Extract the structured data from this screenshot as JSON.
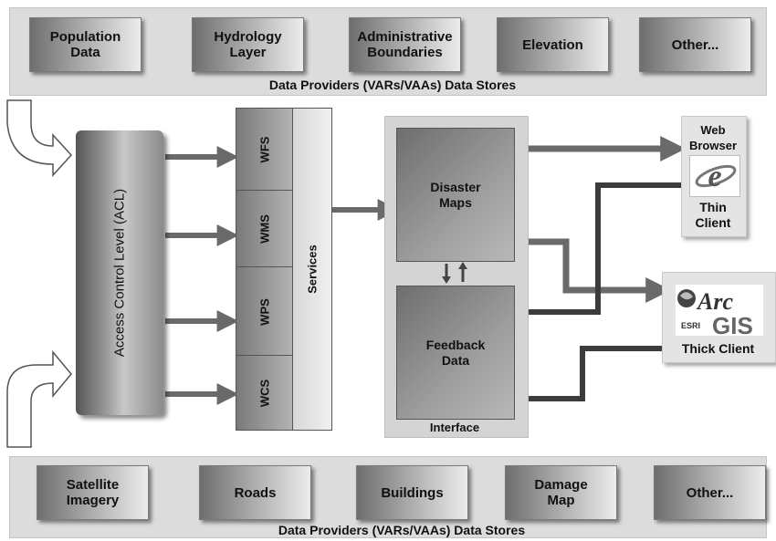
{
  "top_band": {
    "stores": [
      {
        "label": "Population\nData"
      },
      {
        "label": "Hydrology\nLayer"
      },
      {
        "label": "Administrative\nBoundaries"
      },
      {
        "label": "Elevation"
      },
      {
        "label": "Other..."
      }
    ],
    "title": "Data Providers (VARs/VAAs) Data Stores"
  },
  "bottom_band": {
    "stores": [
      {
        "label": "Satellite\nImagery"
      },
      {
        "label": "Roads"
      },
      {
        "label": "Buildings"
      },
      {
        "label": "Damage\nMap"
      },
      {
        "label": "Other..."
      }
    ],
    "title": "Data Providers (VARs/VAAs) Data Stores"
  },
  "acl": {
    "label": "Access Control Level (ACL)"
  },
  "services": {
    "label": "Services",
    "items": [
      {
        "label": "WFS"
      },
      {
        "label": "WMS"
      },
      {
        "label": "WPS"
      },
      {
        "label": "WCS"
      }
    ]
  },
  "interface": {
    "label": "Interface",
    "disaster_maps": "Disaster\nMaps",
    "feedback_data": "Feedback\nData"
  },
  "clients": {
    "thin": {
      "title": "Web\nBrowser",
      "label": "Thin\nClient",
      "icon": "internet-explorer-icon"
    },
    "thick": {
      "label": "Thick Client",
      "logo_text": "Arc",
      "logo_text2": "GIS",
      "logo_small": "ESRI",
      "icon": "arcgis-logo"
    }
  }
}
